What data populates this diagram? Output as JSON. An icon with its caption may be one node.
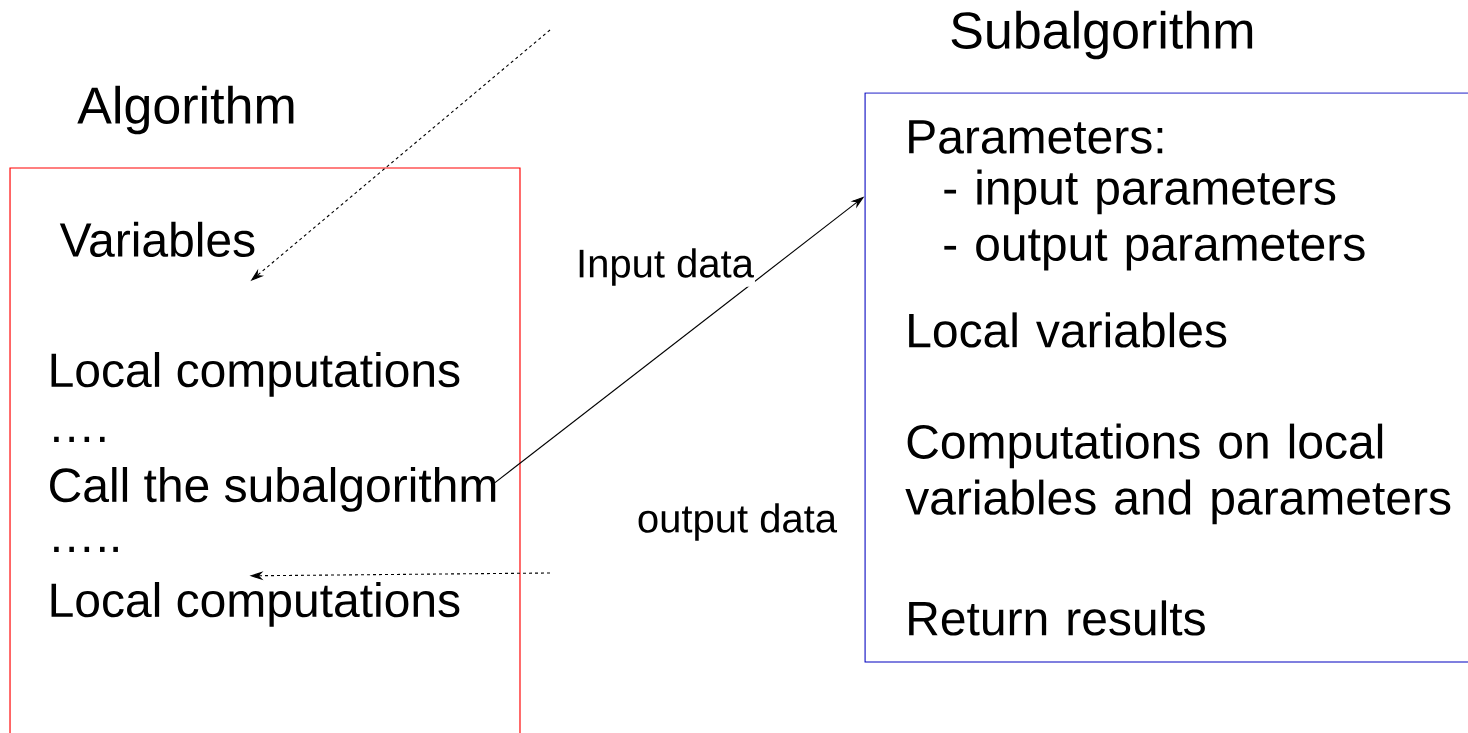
{
  "diagram": {
    "nodes": [
      {
        "text": [
          "Algorithm"
        ]
      },
      {
        "text": [
          "Variables"
        ],
        "in": 0
      },
      {
        "text": [
          "Local computations"
        ],
        "in": 0
      },
      {
        "text": [
          "…."
        ],
        "in": 0
      },
      {
        "text": [
          "Call the subalgorithm"
        ],
        "in": 0
      },
      {
        "text": [
          "….."
        ],
        "in": 0
      },
      {
        "text": [
          "Local computations"
        ],
        "in": 0
      },
      {
        "text": [
          "Subalgorithm",
          "Parameters:",
          "- input parameters",
          "- output parameters",
          "Local variables",
          "Computations on local variables and parameters",
          "Return results"
        ]
      }
    ],
    "edges": [
      {
        "from": null,
        "to": 1,
        "arrow": "to",
        "style": "dashed"
      },
      {
        "from": 4,
        "to": 7,
        "arrow": "to",
        "label": "Input data"
      },
      {
        "from": null,
        "to": 6,
        "arrow": "to",
        "style": "dashed",
        "label": "output data"
      }
    ]
  }
}
